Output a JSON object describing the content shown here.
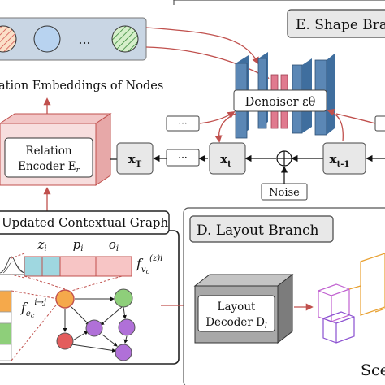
{
  "embeddings": {
    "ellipsis": "...",
    "caption": "ation Embeddings of Nodes",
    "colors": [
      "#f5d08a",
      "#cfe3c9",
      "#b8dcc9"
    ]
  },
  "shape_branch": {
    "title": "E. Shape Bra"
  },
  "denoiser": {
    "label": "Denoiser εθ"
  },
  "relation_encoder": {
    "line1": "Relation",
    "line2": "Encoder E_r"
  },
  "chain": {
    "x_T": "x_T",
    "x_t": "x_t",
    "x_t_minus_1": "x_t-1",
    "ellipsis": "···",
    "noise": "Noise",
    "plus": "+"
  },
  "contextual_graph": {
    "title": "Updated Contextual Graph",
    "z_label": "z_i",
    "p_label": "p_i",
    "o_label": "o_i",
    "f_v_label": "f_vc^(z)i",
    "f_e_label": "f_ec^(i→j)"
  },
  "layout_branch": {
    "title": "D. Layout Branch",
    "decoder_line1": "Layout",
    "decoder_line2": "Decoder D_l"
  },
  "scene_label": "Sce",
  "colors": {
    "encoder_fill": "#f7dede",
    "encoder_stroke": "#c0504d",
    "arrow_red": "#c0504d",
    "denoiser_blue": "#5b87b5",
    "denoiser_pink": "#e07a8f",
    "decoder_gray": "#9a9a9a",
    "node_orange": "#f5a94b",
    "node_green": "#8ecf7a",
    "node_purple": "#b070d8",
    "node_red": "#e35d5d",
    "vec_z": "#9fd7e0",
    "vec_pink": "#f7c5c5"
  }
}
